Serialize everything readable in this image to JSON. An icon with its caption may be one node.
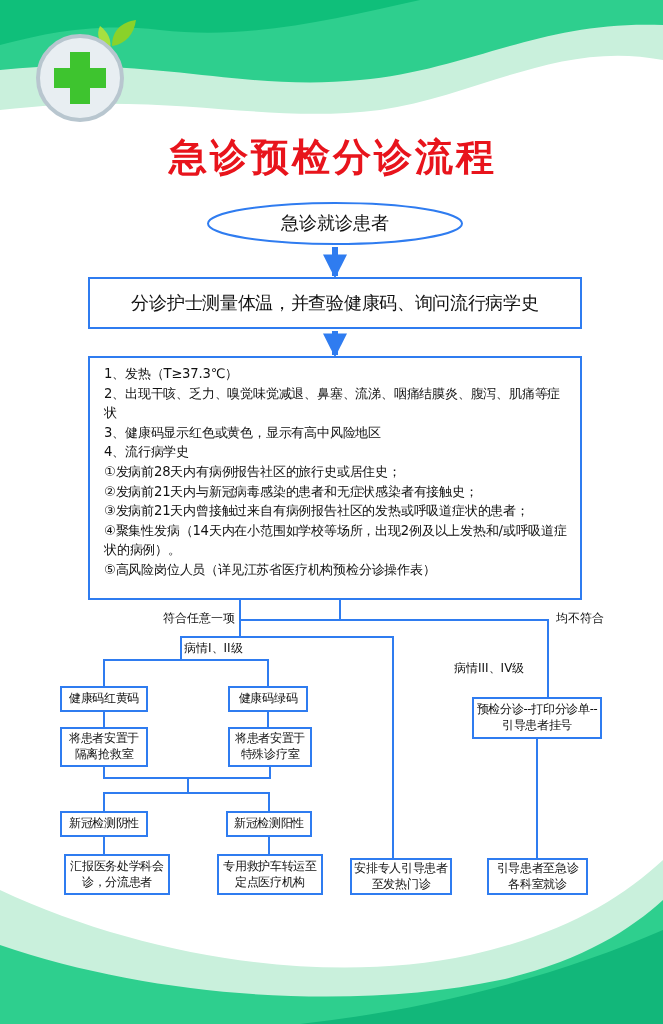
{
  "diagram": {
    "title": "急诊预检分诊流程",
    "nodes": [
      {
        "text": [
          "急诊就诊患者"
        ]
      },
      {
        "text": [
          "分诊护士测量体温，并查验健康码、询问流行病学史"
        ]
      },
      {
        "text": [
          "1、发热（T≥37.3℃）",
          "2、出现干咳、乏力、嗅觉味觉减退、鼻塞、流涕、咽痛结膜炎、腹泻、肌痛等症状",
          "3、健康码显示红色或黄色，显示有高中风险地区",
          "4、流行病学史",
          "①发病前28天内有病例报告社区的旅行史或居住史；",
          "②发病前21天内与新冠病毒感染的患者和无症状感染者有接触史；",
          "③发病前21天内曾接触过来自有病例报告社区的发热或呼吸道症状的患者；",
          "④聚集性发病（14天内在小范围如学校等场所，出现2例及以上发热和/或呼吸道症状的病例）。",
          "⑤高风险岗位人员（详见江苏省医疗机构预检分诊操作表）"
        ]
      },
      {
        "text": [
          "健康码红黄码"
        ]
      },
      {
        "text": [
          "健康码绿码"
        ]
      },
      {
        "text": [
          "将患者安置于隔离抢救室"
        ]
      },
      {
        "text": [
          "将患者安置于特殊诊疗室"
        ]
      },
      {
        "text": [
          "预检分诊--打印分诊单--引导患者挂号"
        ]
      },
      {
        "text": [
          "新冠检测阴性"
        ]
      },
      {
        "text": [
          "新冠检测阳性"
        ]
      },
      {
        "text": [
          "汇报医务处学科会诊，分流患者"
        ]
      },
      {
        "text": [
          "专用救护车转运至定点医疗机构"
        ]
      },
      {
        "text": [
          "安排专人引导患者至发热门诊"
        ]
      },
      {
        "text": [
          "引导患者至急诊各科室就诊"
        ]
      }
    ],
    "edges": [
      {
        "from": 0,
        "to": 1,
        "arrow": "to",
        "style": "thick"
      },
      {
        "from": 1,
        "to": 2,
        "arrow": "to",
        "style": "thick"
      },
      {
        "from": 2,
        "to": 3,
        "arrow": "none"
      },
      {
        "from": 2,
        "to": 4,
        "arrow": "none"
      },
      {
        "from": 2,
        "to": 12,
        "arrow": "none"
      },
      {
        "from": 2,
        "to": 7,
        "arrow": "none"
      },
      {
        "from": 3,
        "to": 5,
        "arrow": "none"
      },
      {
        "from": 4,
        "to": 6,
        "arrow": "none"
      },
      {
        "from": 5,
        "to": 8,
        "arrow": "none"
      },
      {
        "from": 5,
        "to": 9,
        "arrow": "none"
      },
      {
        "from": 6,
        "to": 8,
        "arrow": "none"
      },
      {
        "from": 6,
        "to": 9,
        "arrow": "none"
      },
      {
        "from": 8,
        "to": 10,
        "arrow": "none"
      },
      {
        "from": 9,
        "to": 11,
        "arrow": "none"
      },
      {
        "from": 7,
        "to": 13,
        "arrow": "none"
      }
    ],
    "labels": [
      "符合任意一项",
      "均不符合",
      "病情I、II级",
      "病情III、IV级"
    ]
  }
}
